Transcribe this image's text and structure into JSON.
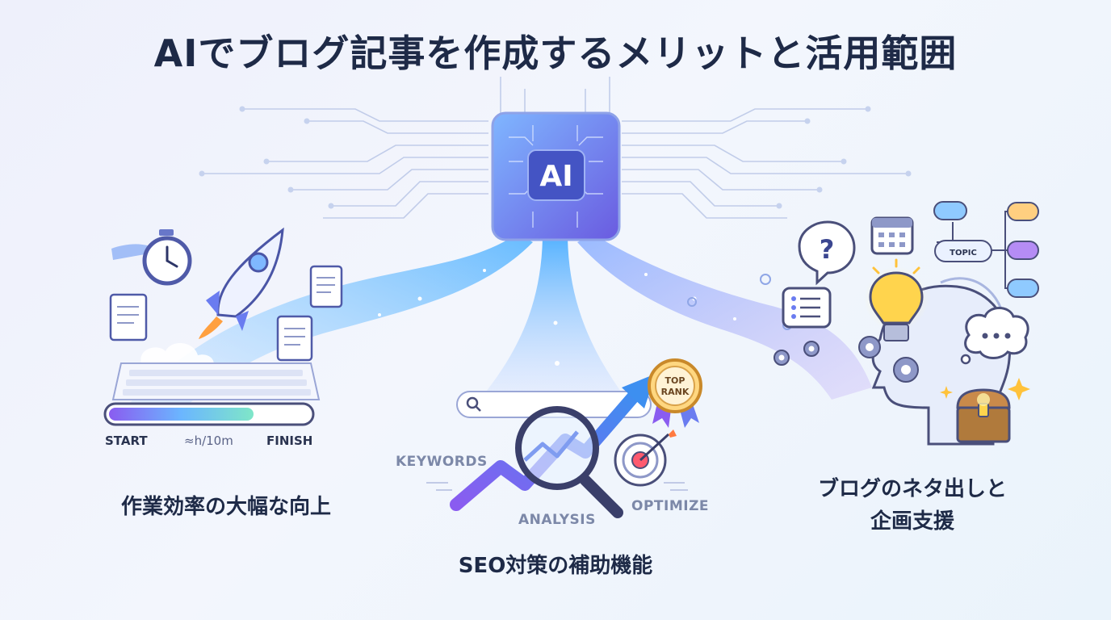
{
  "title": "AIでブログ記事を作成するメリットと活用範囲",
  "chip": {
    "label": "AI"
  },
  "left_panel": {
    "progress_start": "START",
    "progress_time": "≈h/10m",
    "progress_finish": "FINISH",
    "progress_fraction": 0.72,
    "caption": "作業効率の大幅な向上"
  },
  "center_panel": {
    "keywords_label": "KEYWORDS",
    "analysis_label": "ANALYSIS",
    "optimize_label": "OPTIMIZE",
    "badge_line1": "TOP",
    "badge_line2": "RANK",
    "caption": "SEO対策の補助機能"
  },
  "right_panel": {
    "question_mark": "?",
    "topic_label": "TOPIC",
    "caption_line1": "ブログのネタ出しと",
    "caption_line2": "企画支援"
  },
  "colors": {
    "title": "#1e2a47",
    "chip": "#5b6ee0",
    "chip_inner": "#4f5fd0",
    "stream_blue": "#6ec3ff",
    "stream_purple": "#a98cf0",
    "rocket_body": "#6a7cf0",
    "bulb": "#ffd44d",
    "chest": "#b07a3c"
  },
  "icons": [
    "ai-chip-icon",
    "stopwatch-icon",
    "rocket-icon",
    "document-icon",
    "keyboard-icon",
    "search-bar-icon",
    "magnifier-icon",
    "trend-arrow-icon",
    "top-rank-badge-icon",
    "target-icon",
    "question-bubble-icon",
    "list-bubble-icon",
    "calendar-icon",
    "lightbulb-icon",
    "head-profile-icon",
    "gear-icon",
    "thought-bubble-icon",
    "treasure-chest-icon",
    "sparkle-icon",
    "mindmap-icon"
  ]
}
